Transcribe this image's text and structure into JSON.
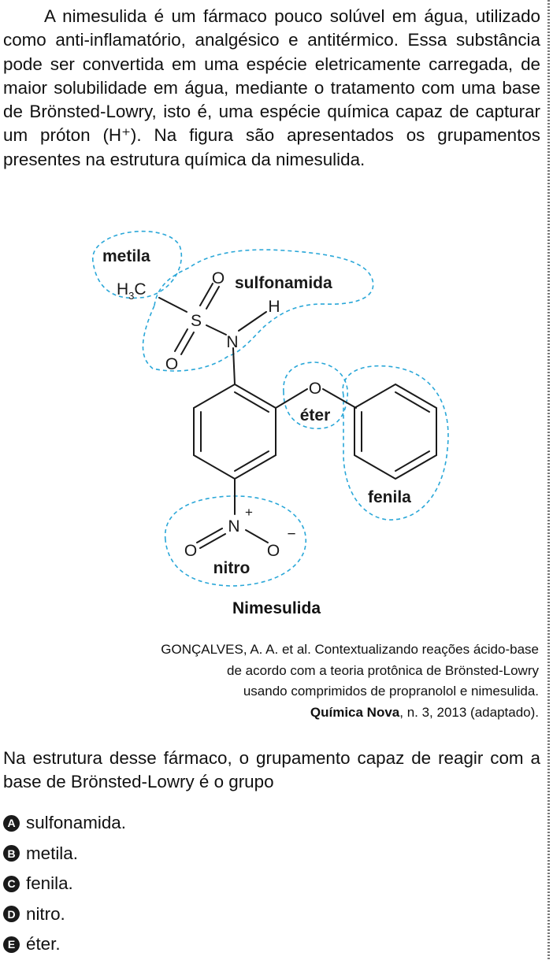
{
  "intro_text": "A nimesulida é um fármaco pouco solúvel em água, utilizado como anti-inflamatório, analgésico e antitérmico. Essa substância pode ser convertida em uma espécie eletricamente carregada, de maior solubilidade em água, mediante o tratamento com uma base de Brönsted-Lowry, isto é, uma espécie química capaz de capturar um próton (H⁺). Na figura são apresentados os grupamentos presentes na estrutura química da nimesulida.",
  "figure": {
    "group_labels": {
      "metila": "metila",
      "sulfonamida": "sulfonamida",
      "eter": "éter",
      "fenila": "fenila",
      "nitro": "nitro"
    },
    "atoms": {
      "h3c_h": "H",
      "h3c_sub": "3",
      "h3c_c": "C",
      "sulfur": "S",
      "sulfonyl_o_top": "O",
      "sulfonyl_o_bottom": "O",
      "nitrogen_amide": "N",
      "hydrogen_amide": "H",
      "ether_o": "O",
      "nitro_n": "N",
      "nitro_plus": "+",
      "nitro_o_left": "O",
      "nitro_o_right": "O",
      "nitro_minus": "−"
    },
    "caption": "Nimesulida",
    "dashed_color": "#2aa7d8"
  },
  "source": {
    "line1": "GONÇALVES, A. A. et al. Contextualizando reações ácido-base",
    "line2": "de acordo com a teoria protônica de Brönsted-Lowry",
    "line3": "usando comprimidos de propranolol e nimesulida.",
    "journal": "Química Nova",
    "details": ", n. 3, 2013 (adaptado)."
  },
  "question_text": "Na estrutura desse fármaco, o grupamento capaz de reagir com a base de Brönsted-Lowry é o grupo",
  "options": [
    {
      "letter": "A",
      "text": "sulfonamida."
    },
    {
      "letter": "B",
      "text": "metila."
    },
    {
      "letter": "C",
      "text": "fenila."
    },
    {
      "letter": "D",
      "text": "nitro."
    },
    {
      "letter": "E",
      "text": "éter."
    }
  ]
}
